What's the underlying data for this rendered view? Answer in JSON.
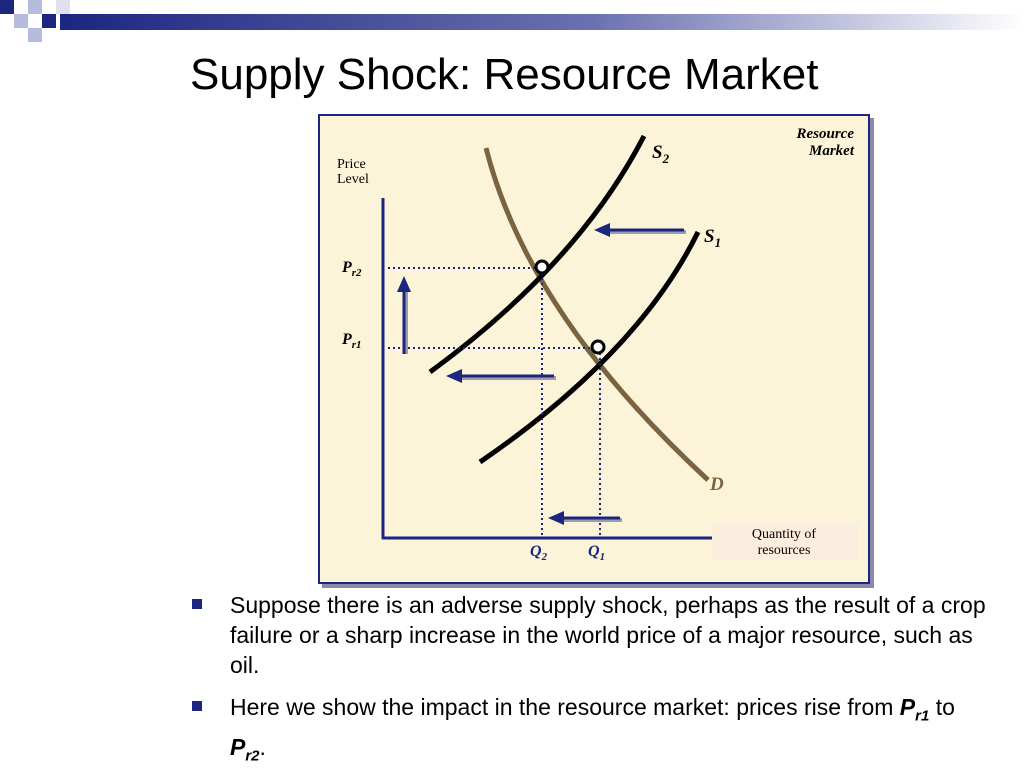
{
  "slide": {
    "title": "Supply Shock:  Resource Market"
  },
  "diagram": {
    "corner_label_line1": "Resource",
    "corner_label_line2": "Market",
    "y_axis_label_line1": "Price",
    "y_axis_label_line2": "Level",
    "x_axis_label_line1": "Quantity of",
    "x_axis_label_line2": "resources",
    "curve_s2": {
      "main": "S",
      "sub": "2"
    },
    "curve_s1": {
      "main": "S",
      "sub": "1"
    },
    "curve_d": "D",
    "price_pr2": {
      "main": "P",
      "sub": "r2"
    },
    "price_pr1": {
      "main": "P",
      "sub": "r1"
    },
    "qty_q2": {
      "main": "Q",
      "sub": "2"
    },
    "qty_q1": {
      "main": "Q",
      "sub": "1"
    },
    "colors": {
      "navy": "#1c2680",
      "demand": "#7a6440",
      "panel": "#fbf4d8",
      "arrow": "#1c2680"
    }
  },
  "bullets": {
    "b1": "Suppose there is an adverse supply shock, perhaps as the result of a crop failure or a sharp increase in the world price of a major resource, such as oil.",
    "b2_before": "Here we show  the impact in the resource market: prices rise from ",
    "b2_p1_main": "P",
    "b2_p1_sub": "r1",
    "b2_mid": " to ",
    "b2_p2_main": "P",
    "b2_p2_sub": "r2",
    "b2_end": "."
  }
}
